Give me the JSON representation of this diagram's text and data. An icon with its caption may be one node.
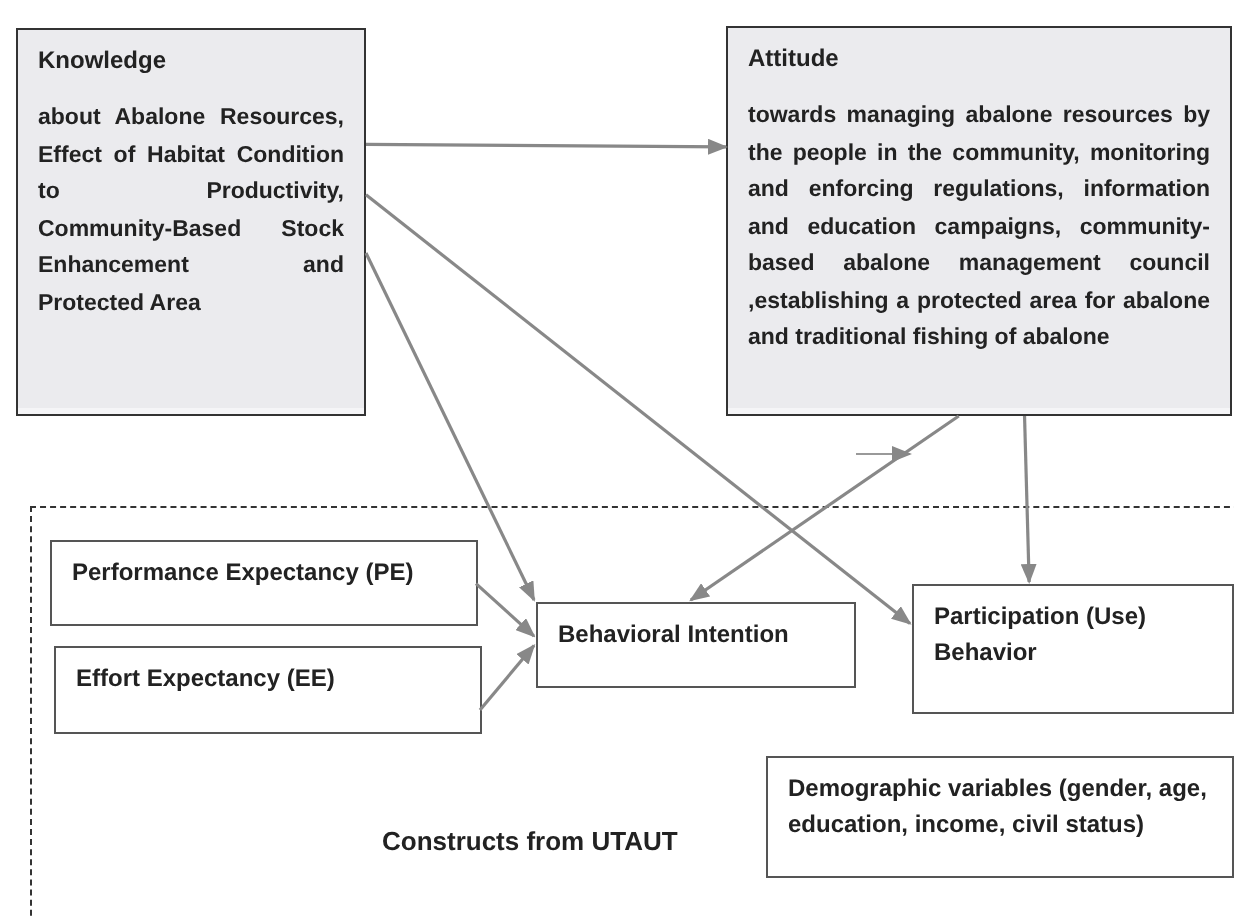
{
  "diagram": {
    "nodes": [
      {
        "text": [
          "Knowledge",
          "about Abalone Resources, Effect of Habitat Condition to Productivity, Community-Based Stock Enhancement and Protected Area"
        ]
      },
      {
        "text": [
          "Attitude",
          "towards managing abalone resources by the people in the community, monitoring and enforcing regulations, information and education campaigns, community-based abalone management council ,establishing a protected area for abalone and traditional fishing of abalone"
        ]
      },
      {
        "text": [
          "Constructs from UTAUT"
        ]
      },
      {
        "text": [
          "Performance Expectancy (PE)"
        ],
        "in": 2
      },
      {
        "text": [
          "Effort Expectancy (EE)"
        ],
        "in": 2
      },
      {
        "text": [
          "Behavioral Intention"
        ],
        "in": 2
      },
      {
        "text": [
          "Participation (Use) Behavior"
        ],
        "in": 2
      },
      {
        "text": [
          "Demographic variables (gender, age, education, income, civil status)"
        ],
        "in": 2
      }
    ],
    "edges": [
      {
        "from": 0,
        "to": 1,
        "arrow": "to"
      },
      {
        "from": 0,
        "to": 5,
        "arrow": "to"
      },
      {
        "from": 0,
        "to": 6,
        "arrow": "to"
      },
      {
        "from": 1,
        "to": 5,
        "arrow": "to"
      },
      {
        "from": 1,
        "to": 6,
        "arrow": "to"
      },
      {
        "from": 3,
        "to": 5,
        "arrow": "to"
      },
      {
        "from": 4,
        "to": 5,
        "arrow": "to"
      }
    ]
  }
}
